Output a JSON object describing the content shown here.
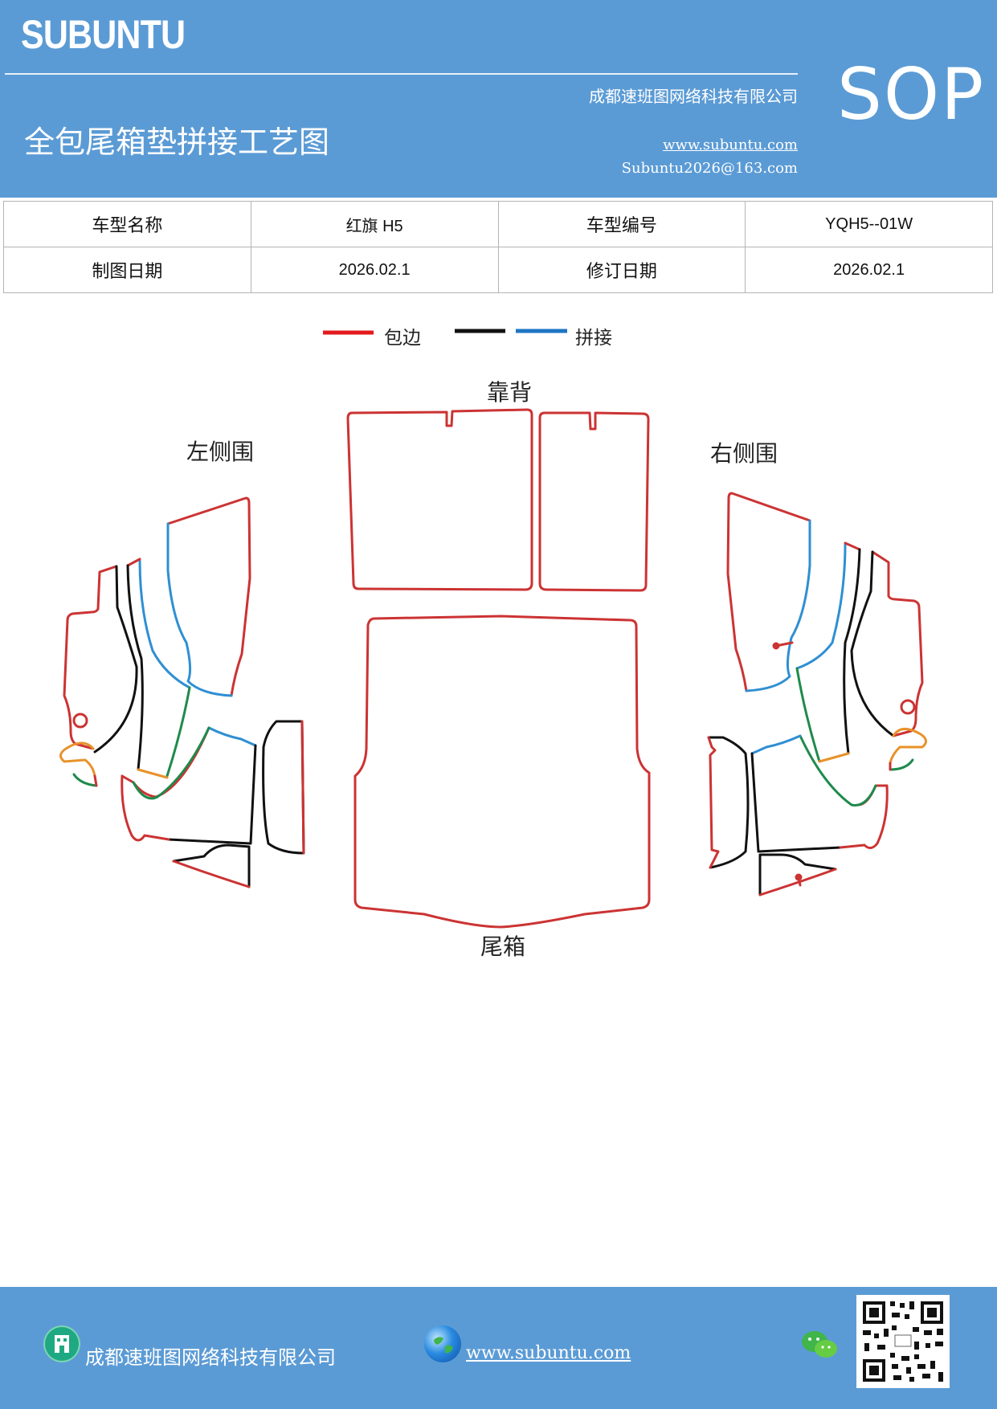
{
  "header": {
    "brand": "SUBUNTU",
    "company": "成都速班图网络科技有限公司",
    "title": "全包尾箱垫拼接工艺图",
    "url": "www.subuntu.com",
    "email": "Subuntu2026@163.com",
    "badge": "SOP"
  },
  "info_table": {
    "rows": [
      [
        "车型名称",
        "红旗 H5",
        "车型编号",
        "YQH5--01W"
      ],
      [
        "制图日期",
        "2026.02.1",
        "修订日期",
        "2026.02.1"
      ]
    ]
  },
  "legend": {
    "items": [
      {
        "color": "#e31a1c",
        "label": "包边"
      },
      {
        "color": "#111111",
        "label": ""
      },
      {
        "color": "#1f75c4",
        "label": "拼接"
      }
    ]
  },
  "parts": {
    "backrest": "靠背",
    "left_side": "左侧围",
    "right_side": "右侧围",
    "trunk": "尾箱"
  },
  "colors": {
    "edge_red": "#cc3333",
    "seam_black": "#111111",
    "seam_blue": "#2f8fd3",
    "seam_green": "#1f8a4c",
    "seam_orange": "#e8922a"
  },
  "footer": {
    "company": "成都速班图网络科技有限公司",
    "url": "www.subuntu.com",
    "icons": [
      "building-icon",
      "globe-icon",
      "wechat-icon",
      "qr-code"
    ]
  }
}
